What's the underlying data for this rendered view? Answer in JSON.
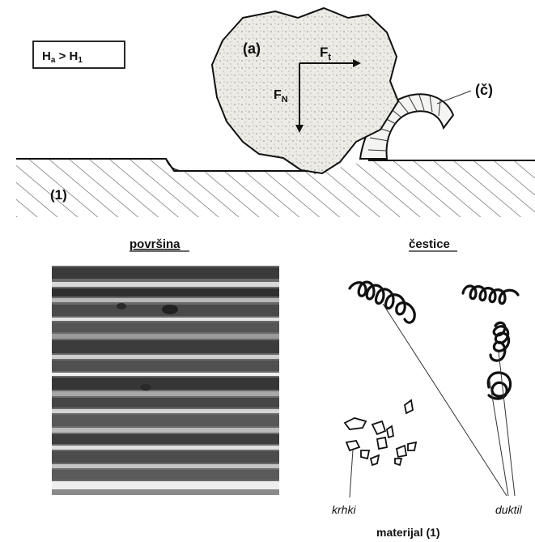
{
  "diagram": {
    "hardness_box": {
      "main": "H",
      "sub_a": "a",
      "op": " > H",
      "sub_1": "1"
    },
    "labels": {
      "abrasive": "(a)",
      "chip": "(č)",
      "material": "(1)",
      "ft_main": "F",
      "ft_sub": "t",
      "fn_main": "F",
      "fn_sub": "N"
    },
    "surface_title": "površina",
    "particles_title": "čestice",
    "brittle_label": "krhki",
    "ductile_label": "duktil",
    "material_caption": "materijal (1)"
  },
  "colors": {
    "ink": "#1a1a1a",
    "rock": "#e6e6e2",
    "surface_dark": "#3a3a3a"
  }
}
